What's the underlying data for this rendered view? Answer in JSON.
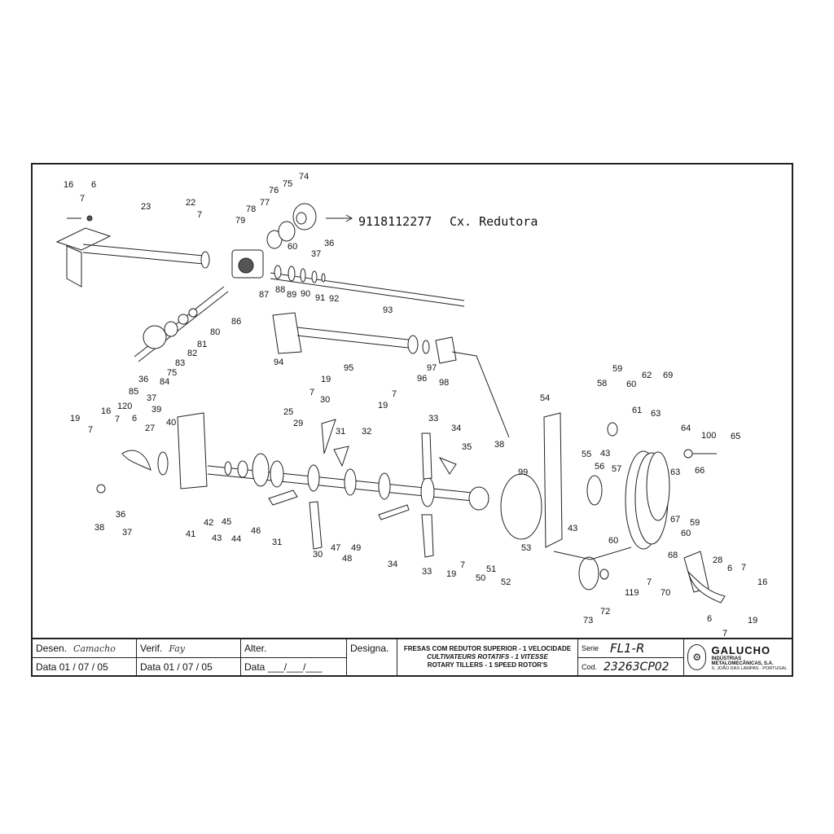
{
  "note": {
    "code": "9118112277",
    "text": "Cx. Redutora"
  },
  "callouts": [
    {
      "id": "c16a",
      "text": "16"
    },
    {
      "id": "c7a",
      "text": "7"
    },
    {
      "id": "c6a",
      "text": "6"
    },
    {
      "id": "c23",
      "text": "23"
    },
    {
      "id": "c22",
      "text": "22"
    },
    {
      "id": "c7b",
      "text": "7"
    },
    {
      "id": "c79",
      "text": "79"
    },
    {
      "id": "c78",
      "text": "78"
    },
    {
      "id": "c77",
      "text": "77"
    },
    {
      "id": "c76",
      "text": "76"
    },
    {
      "id": "c75a",
      "text": "75"
    },
    {
      "id": "c74",
      "text": "74"
    },
    {
      "id": "c36a",
      "text": "36"
    },
    {
      "id": "c37a",
      "text": "37"
    },
    {
      "id": "c60a",
      "text": "60"
    },
    {
      "id": "c87",
      "text": "87"
    },
    {
      "id": "c88",
      "text": "88"
    },
    {
      "id": "c89",
      "text": "89"
    },
    {
      "id": "c90",
      "text": "90"
    },
    {
      "id": "c91",
      "text": "91"
    },
    {
      "id": "c92",
      "text": "92"
    },
    {
      "id": "c86",
      "text": "86"
    },
    {
      "id": "c93",
      "text": "93"
    },
    {
      "id": "c80",
      "text": "80"
    },
    {
      "id": "c81",
      "text": "81"
    },
    {
      "id": "c82",
      "text": "82"
    },
    {
      "id": "c83",
      "text": "83"
    },
    {
      "id": "c75b",
      "text": "75"
    },
    {
      "id": "c84",
      "text": "84"
    },
    {
      "id": "c36b",
      "text": "36"
    },
    {
      "id": "c85",
      "text": "85"
    },
    {
      "id": "c37b",
      "text": "37"
    },
    {
      "id": "c94",
      "text": "94"
    },
    {
      "id": "c95",
      "text": "95"
    },
    {
      "id": "c7c",
      "text": "7"
    },
    {
      "id": "c19a",
      "text": "19"
    },
    {
      "id": "c96",
      "text": "96"
    },
    {
      "id": "c97",
      "text": "97"
    },
    {
      "id": "c98",
      "text": "98"
    },
    {
      "id": "c19b",
      "text": "19"
    },
    {
      "id": "c7d",
      "text": "7"
    },
    {
      "id": "c54",
      "text": "54"
    },
    {
      "id": "c58",
      "text": "58"
    },
    {
      "id": "c59a",
      "text": "59"
    },
    {
      "id": "c60b",
      "text": "60"
    },
    {
      "id": "c62",
      "text": "62"
    },
    {
      "id": "c69",
      "text": "69"
    },
    {
      "id": "c61",
      "text": "61"
    },
    {
      "id": "c63a",
      "text": "63"
    },
    {
      "id": "c19c",
      "text": "19"
    },
    {
      "id": "c16b",
      "text": "16"
    },
    {
      "id": "c120",
      "text": "120"
    },
    {
      "id": "c7e",
      "text": "7"
    },
    {
      "id": "c6b",
      "text": "6"
    },
    {
      "id": "c7f",
      "text": "7"
    },
    {
      "id": "c39",
      "text": "39"
    },
    {
      "id": "c27",
      "text": "27"
    },
    {
      "id": "c40",
      "text": "40"
    },
    {
      "id": "c30a",
      "text": "30"
    },
    {
      "id": "c25",
      "text": "25"
    },
    {
      "id": "c29",
      "text": "29"
    },
    {
      "id": "c31a",
      "text": "31"
    },
    {
      "id": "c32",
      "text": "32"
    },
    {
      "id": "c33a",
      "text": "33"
    },
    {
      "id": "c34a",
      "text": "34"
    },
    {
      "id": "c35",
      "text": "35"
    },
    {
      "id": "c38a",
      "text": "38"
    },
    {
      "id": "c55",
      "text": "55"
    },
    {
      "id": "c43a",
      "text": "43"
    },
    {
      "id": "c56",
      "text": "56"
    },
    {
      "id": "c57",
      "text": "57"
    },
    {
      "id": "c64",
      "text": "64"
    },
    {
      "id": "c100",
      "text": "100"
    },
    {
      "id": "c65",
      "text": "65"
    },
    {
      "id": "c99",
      "text": "99"
    },
    {
      "id": "c63b",
      "text": "63"
    },
    {
      "id": "c66",
      "text": "66"
    },
    {
      "id": "c67",
      "text": "67"
    },
    {
      "id": "c59b",
      "text": "59"
    },
    {
      "id": "c60c",
      "text": "60"
    },
    {
      "id": "c38b",
      "text": "38"
    },
    {
      "id": "c36c",
      "text": "36"
    },
    {
      "id": "c37c",
      "text": "37"
    },
    {
      "id": "c41",
      "text": "41"
    },
    {
      "id": "c42",
      "text": "42"
    },
    {
      "id": "c43b",
      "text": "43"
    },
    {
      "id": "c45",
      "text": "45"
    },
    {
      "id": "c44",
      "text": "44"
    },
    {
      "id": "c46",
      "text": "46"
    },
    {
      "id": "c31b",
      "text": "31"
    },
    {
      "id": "c30b",
      "text": "30"
    },
    {
      "id": "c47",
      "text": "47"
    },
    {
      "id": "c49",
      "text": "49"
    },
    {
      "id": "c48",
      "text": "48"
    },
    {
      "id": "c34b",
      "text": "34"
    },
    {
      "id": "c33b",
      "text": "33"
    },
    {
      "id": "c19d",
      "text": "19"
    },
    {
      "id": "c7g",
      "text": "7"
    },
    {
      "id": "c50",
      "text": "50"
    },
    {
      "id": "c51",
      "text": "51"
    },
    {
      "id": "c52",
      "text": "52"
    },
    {
      "id": "c53",
      "text": "53"
    },
    {
      "id": "c43c",
      "text": "43"
    },
    {
      "id": "c60d",
      "text": "60"
    },
    {
      "id": "c68",
      "text": "68"
    },
    {
      "id": "c28",
      "text": "28"
    },
    {
      "id": "c6c",
      "text": "6"
    },
    {
      "id": "c7h",
      "text": "7"
    },
    {
      "id": "c16c",
      "text": "16"
    },
    {
      "id": "c119",
      "text": "119"
    },
    {
      "id": "c7i",
      "text": "7"
    },
    {
      "id": "c70",
      "text": "70"
    },
    {
      "id": "c6d",
      "text": "6"
    },
    {
      "id": "c7j",
      "text": "7"
    },
    {
      "id": "c19e",
      "text": "19"
    },
    {
      "id": "c73",
      "text": "73"
    },
    {
      "id": "c72",
      "text": "72"
    }
  ],
  "title_block": {
    "desen_label": "Desen.",
    "desen_sig": "Camacho",
    "verif_label": "Verif.",
    "verif_sig": "Fay",
    "alter_label": "Alter.",
    "data_label": "Data",
    "data1": "01 / 07 / 05",
    "data2": "01 / 07 / 05",
    "data3": "___/___/___",
    "designa_label": "Designa.",
    "designa_pt": "FRESAS COM REDUTOR SUPERIOR - 1 VELOCIDADE",
    "designa_fr": "CULTIVATEURS ROTATIFS - 1 VITESSE",
    "designa_en": "ROTARY TILLERS - 1 SPEED ROTOR'S",
    "serie_label": "Serie",
    "serie_value": "FL1-R",
    "cod_label": "Cod.",
    "cod_value": "23263CP02",
    "brand": "GALUCHO",
    "brand_sub": "INDÚSTRIAS METALOMECÂNICAS, S.A.",
    "brand_addr": "S. JOÃO DAS LAMPAS · PORTUGAL"
  }
}
